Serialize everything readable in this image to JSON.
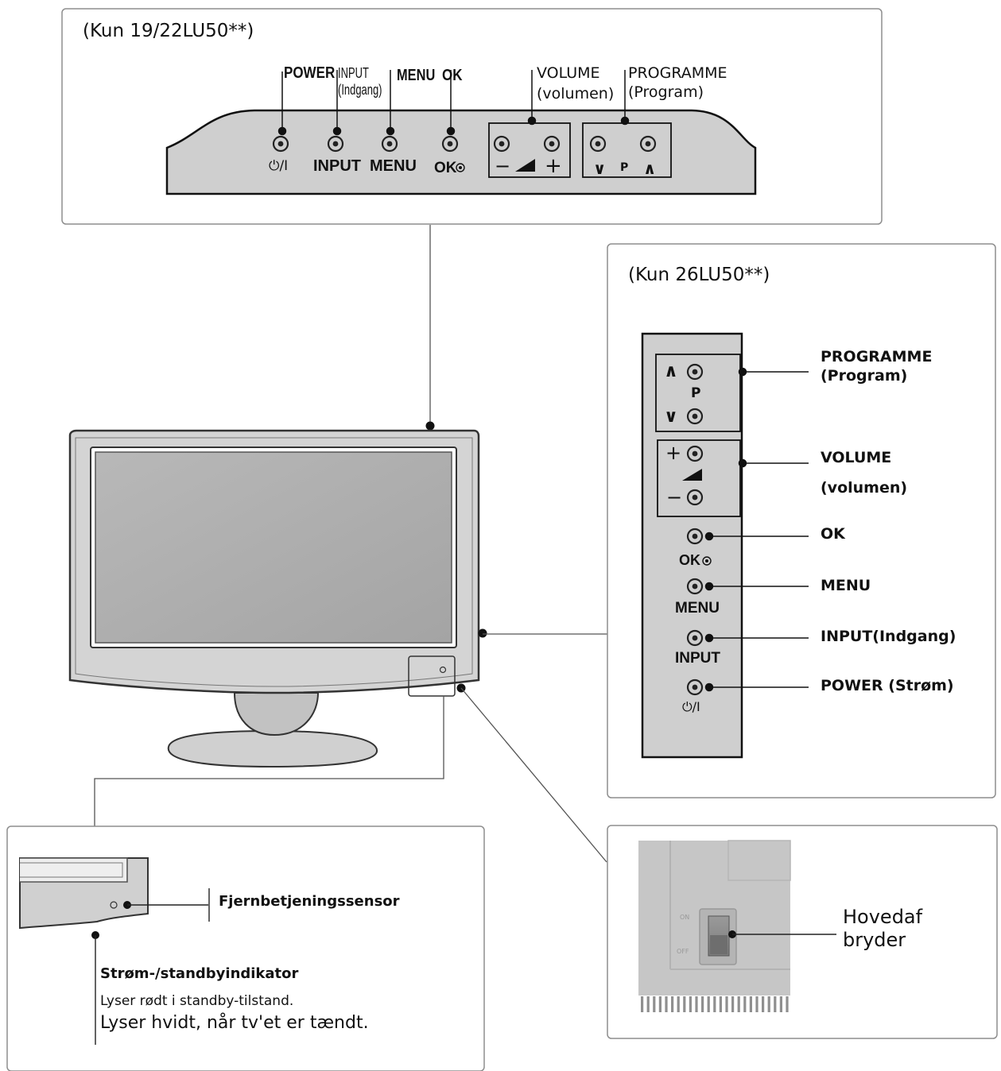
{
  "top_panel": {
    "title": "(Kun 19/22LU50**)",
    "callouts": {
      "power": "POWER",
      "input_line1": "INPUT",
      "input_line2": "(Indgang)",
      "menu": "MENU",
      "ok": "OK",
      "volume_line1": "VOLUME",
      "volume_line2": "(volumen)",
      "programme_line1": "PROGRAMME",
      "programme_line2": "(Program)"
    },
    "buttons": {
      "power": "⏻/I",
      "input": "INPUT",
      "menu": "MENU",
      "ok": "OK",
      "vol_minus": "−",
      "vol_plus": "+",
      "prog_down": "∨",
      "prog_p": "P",
      "prog_up": "∧"
    }
  },
  "side_panel": {
    "title": "(Kun 26LU50**)",
    "buttons": {
      "prog_up": "∧",
      "prog_p": "P",
      "prog_down": "∨",
      "vol_plus": "+",
      "vol_minus": "−",
      "ok": "OK",
      "menu": "MENU",
      "input": "INPUT",
      "power": "⏻/I"
    },
    "callouts": {
      "programme_line1": "PROGRAMME",
      "programme_line2": "(Program)",
      "volume_line1": "VOLUME",
      "volume_line2": "(volumen)",
      "ok": "OK",
      "menu": "MENU",
      "input": "INPUT(Indgang)",
      "power": "POWER (Strøm)"
    }
  },
  "bottom_left_panel": {
    "sensor_label": "Fjernbetjeningssensor",
    "indicator_title": "Strøm-/standbyindikator",
    "indicator_line1": "Lyser rødt i standby-tilstand.",
    "indicator_line2": "Lyser hvidt, når tv'et er tændt."
  },
  "bottom_right_panel": {
    "switch_on": "ON",
    "switch_off": "OFF",
    "label_line1": "Hovedaf",
    "label_line2": "bryder"
  }
}
